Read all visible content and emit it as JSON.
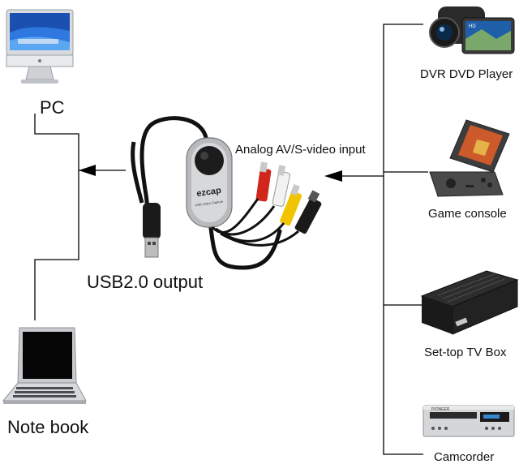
{
  "diagram": {
    "left_devices": {
      "pc": "PC",
      "notebook": "Note book"
    },
    "usb_output": "USB2.0 output",
    "analog_input": "Analog AV/S-video input",
    "device_brand": "ezcap",
    "device_subtext": "USB Video Capture",
    "right_devices": {
      "dvr": "DVR DVD Player",
      "game": "Game console",
      "settop": "Set-top TV Box",
      "camcorder": "Camcorder"
    },
    "colors": {
      "rca_red": "#d0261c",
      "rca_white": "#f2f2f2",
      "rca_yellow": "#f0c400",
      "cable": "#111111",
      "lines": "#000000"
    }
  }
}
